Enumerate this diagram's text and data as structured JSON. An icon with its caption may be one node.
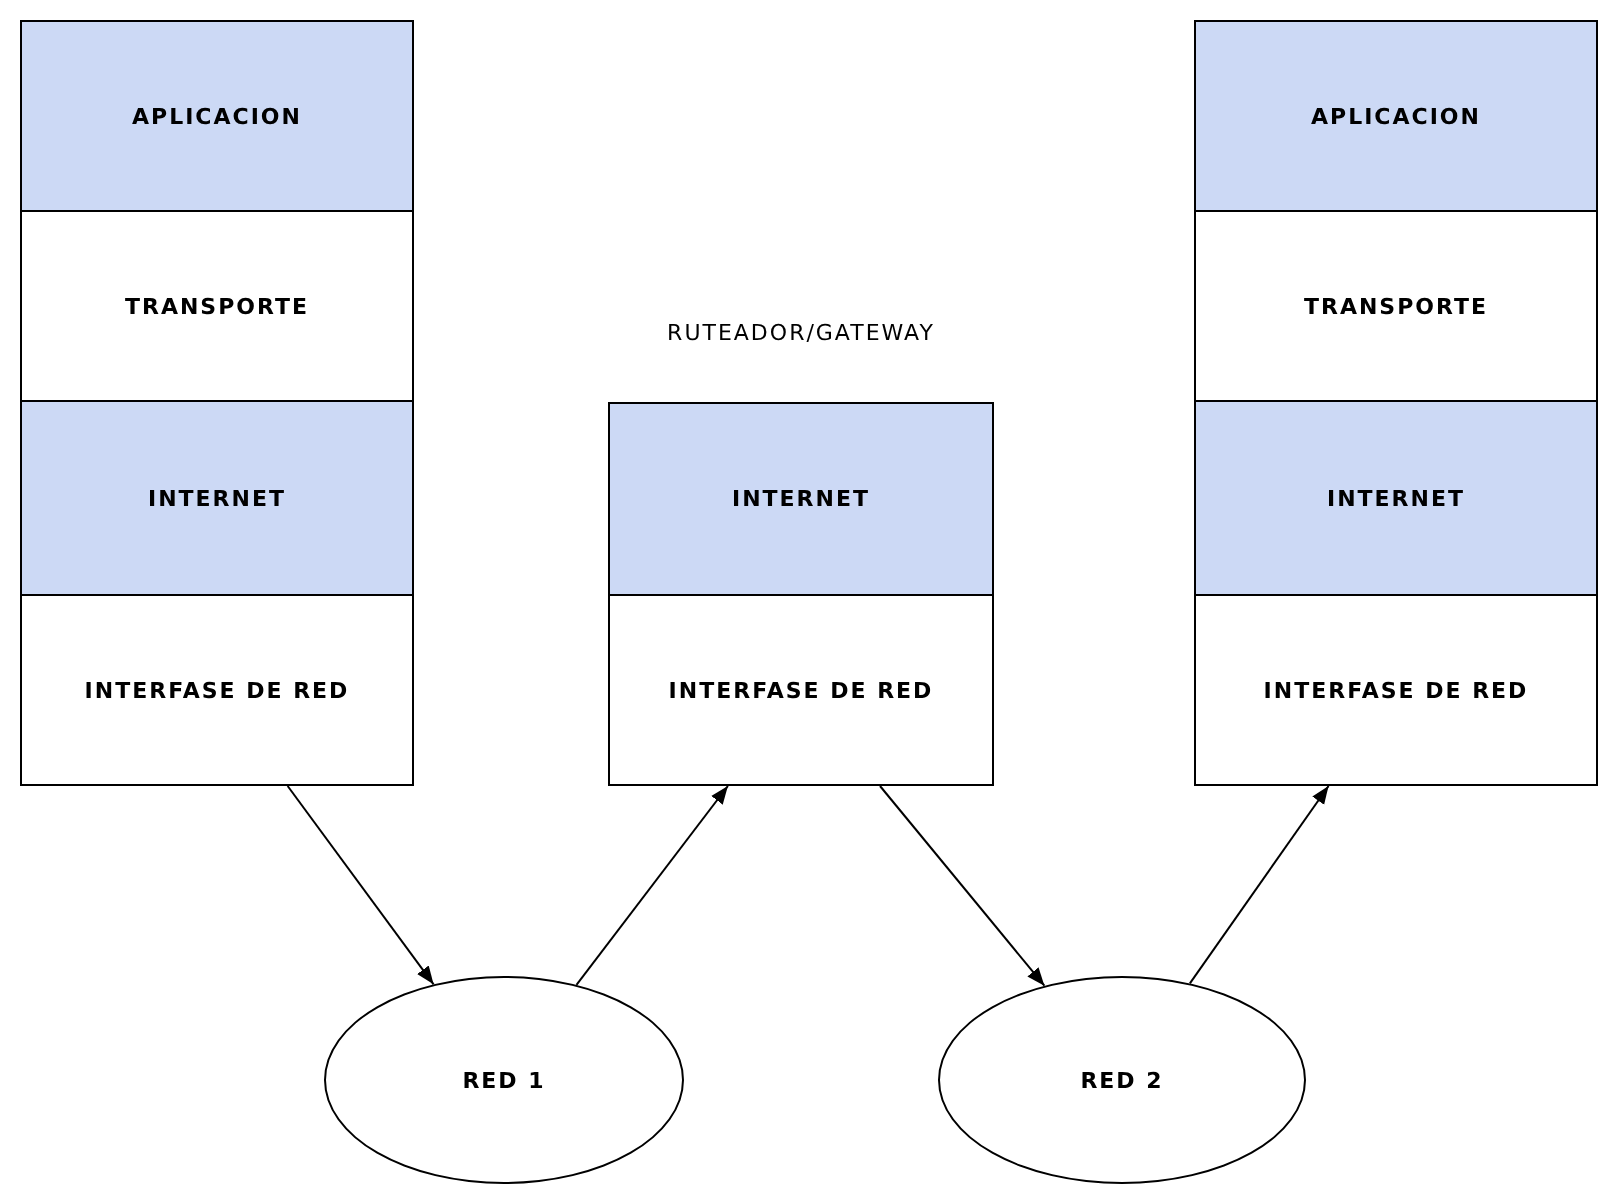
{
  "diagram": {
    "nodes": [
      {
        "text": [
          "APLICACION"
        ]
      },
      {
        "text": [
          "TRANSPORTE"
        ]
      },
      {
        "text": [
          "INTERNET"
        ]
      },
      {
        "text": [
          "INTERFASE DE RED"
        ]
      },
      {
        "text": [
          "INTERNET"
        ]
      },
      {
        "text": [
          "INTERFASE DE RED"
        ]
      },
      {
        "text": [
          "APLICACION"
        ]
      },
      {
        "text": [
          "TRANSPORTE"
        ]
      },
      {
        "text": [
          "INTERNET"
        ]
      },
      {
        "text": [
          "INTERFASE DE RED"
        ]
      },
      {
        "text": [
          "RED 1"
        ]
      },
      {
        "text": [
          "RED 2"
        ]
      }
    ],
    "edges": [
      {
        "from": 3,
        "to": 10,
        "arrow": "to"
      },
      {
        "from": 10,
        "to": 5,
        "arrow": "to"
      },
      {
        "from": 5,
        "to": 11,
        "arrow": "to"
      },
      {
        "from": 11,
        "to": 9,
        "arrow": "to"
      }
    ],
    "labels": [
      "RUTEADOR/GATEWAY"
    ]
  }
}
